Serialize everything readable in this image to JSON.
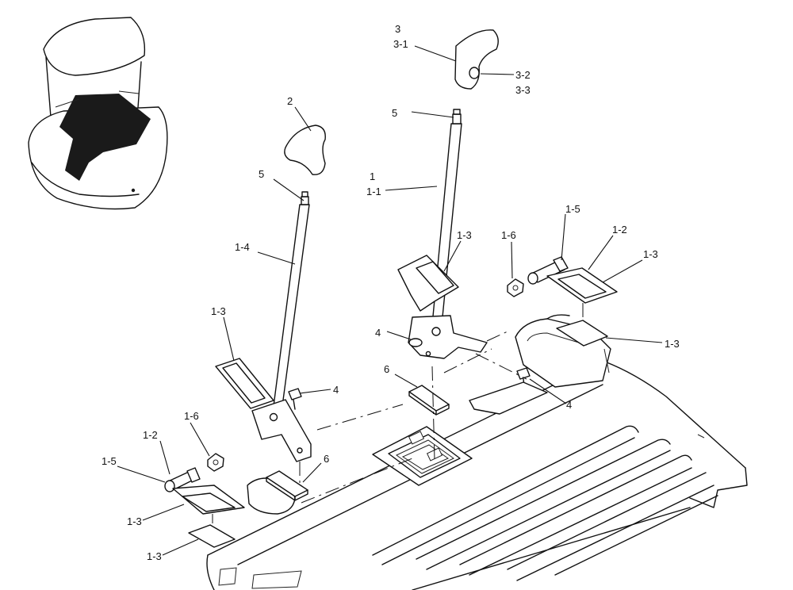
{
  "labels": {
    "l3": "3",
    "l3_1": "3-1",
    "l3_2": "3-2",
    "l3_3": "3-3",
    "l2": "2",
    "l5_top": "5",
    "l5_left": "5",
    "l1": "1",
    "l1_1": "1-1",
    "l1_4": "1-4",
    "l1_3_center": "1-3",
    "l1_6_center": "1-6",
    "l1_5_right": "1-5",
    "l1_2_right": "1-2",
    "l1_3_right_a": "1-3",
    "l1_3_right_b": "1-3",
    "l1_3_left": "1-3",
    "l4_center": "4",
    "l4_left": "4",
    "l4_right": "4",
    "l6_center": "6",
    "l6_left": "6",
    "l1_6_left": "1-6",
    "l1_2_left": "1-2",
    "l1_5_left": "1-5",
    "l1_3_bottom_a": "1-3",
    "l1_3_bottom_b": "1-3"
  }
}
